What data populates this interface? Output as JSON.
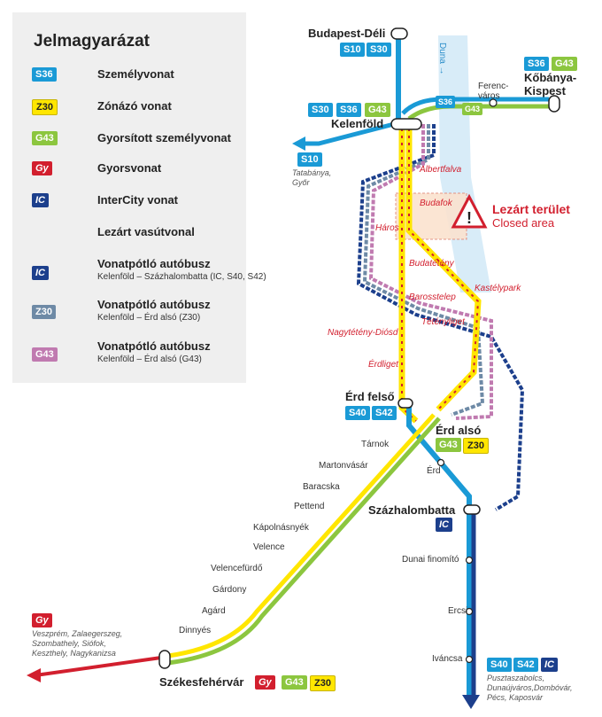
{
  "legend": {
    "title": "Jelmagyarázat",
    "items": [
      {
        "badge": "S36",
        "label": "Személyvonat",
        "sub": ""
      },
      {
        "badge": "Z30",
        "label": "Zónázó vonat",
        "sub": ""
      },
      {
        "badge": "G43",
        "label": "Gyorsított személyvonat",
        "sub": ""
      },
      {
        "badge": "Gy",
        "label": "Gyorsvonat",
        "sub": ""
      },
      {
        "badge": "IC",
        "label": "InterCity vonat",
        "sub": ""
      },
      {
        "badge": "",
        "label": "Lezárt vasútvonal",
        "sub": ""
      },
      {
        "badge": "IC",
        "label": "Vonatpótló autóbusz",
        "sub": "Kelenföld – Százhalombatta (IC, S40, S42)"
      },
      {
        "badge": "Z30",
        "label": "Vonatpótló autóbusz",
        "sub": "Kelenföld – Érd alsó (Z30)"
      },
      {
        "badge": "G43",
        "label": "Vonatpótló autóbusz",
        "sub": "Kelenföld – Érd alsó (G43)"
      }
    ]
  },
  "closed_area": {
    "title": "Lezárt terület",
    "subtitle": "Closed area"
  },
  "river": "Duna →",
  "stations": {
    "budapest_deli": "Budapest-Déli",
    "kelenfold": "Kelenföld",
    "ferencvaros": "Ferenc-\nváros",
    "kobanya": "Kőbánya-\nKispest",
    "erd_felso": "Érd felső",
    "erd_also": "Érd alsó",
    "erd": "Érd",
    "szazhalombatta": "Százhalombatta",
    "szekesfehervar": "Székesfehérvár",
    "dunai_finomito": "Dunai finomító",
    "ercsi": "Ercsi",
    "ivancsa": "Iváncsa",
    "tarnok": "Tárnok",
    "martonvasar": "Martonvásár",
    "baracska": "Baracska",
    "pettend": "Pettend",
    "kapolnasnyek": "Kápolnásnyék",
    "velence": "Velence",
    "velencefurdo": "Velencefürdő",
    "gardony": "Gárdony",
    "agard": "Agárd",
    "dinnyes": "Dinnyés"
  },
  "closed_stations": {
    "albertfalva": "Albertfalva",
    "budafok": "Budafok",
    "haros": "Háros",
    "budateteny": "Budatétény",
    "barosstelep": "Barosstelep",
    "kastelypark": "Kastélypark",
    "nagyteteny": "Nagytétény-Diósd",
    "tetenyliget": "Tétényliget",
    "erdliget": "Érdliget"
  },
  "badges": {
    "s10": "S10",
    "s30": "S30",
    "s36": "S36",
    "s40": "S40",
    "s42": "S42",
    "g43": "G43",
    "z30": "Z30",
    "ic": "IC",
    "gy": "Gy"
  },
  "destinations": {
    "tatabanya": "Tatabánya,\nGyőr",
    "west": "Veszprém, Zalaegerszeg,\nSzombathely, Siófok,\nKeszthely, Nagykanizsa",
    "south": "Pusztaszabolcs,\nDunaújváros,Dombóvár,\nPécs, Kaposvár"
  },
  "colors": {
    "s_blue": "#1a9ad6",
    "z30_yellow": "#ffe600",
    "g43_green": "#8cc63f",
    "gy_red": "#d21f2e",
    "ic_navy": "#1c3f8c",
    "bus_grey": "#6e8aa6",
    "bus_pink": "#c07ab0",
    "closed_red": "#d21f2e"
  }
}
